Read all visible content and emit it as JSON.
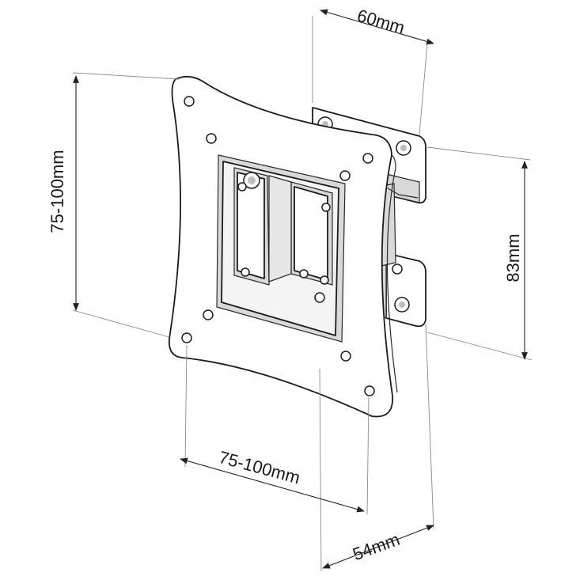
{
  "dimensions": {
    "top_width": "60mm",
    "left_height": "75-100mm",
    "right_height": "83mm",
    "bottom_width": "75-100mm",
    "bottom_depth": "54mm"
  }
}
